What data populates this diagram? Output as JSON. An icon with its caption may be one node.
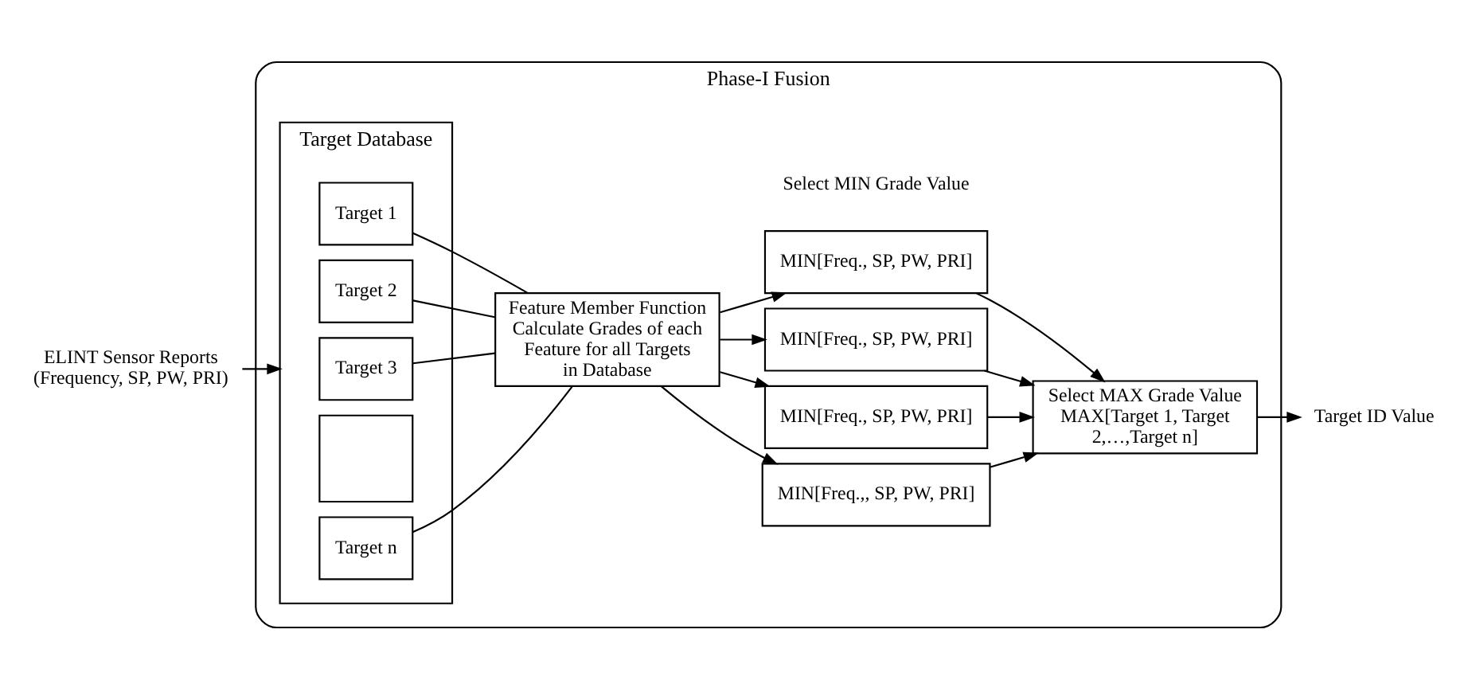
{
  "diagram": {
    "nodes": [
      {
        "text": [
          "Phase-I Fusion"
        ]
      },
      {
        "text": [
          "ELINT Sensor Reports (Frequency, SP, PW, PRI)"
        ]
      },
      {
        "text": [
          "Target Database"
        ],
        "in": 0
      },
      {
        "text": [
          "Target 1"
        ],
        "in": 2
      },
      {
        "text": [
          "Target 2"
        ],
        "in": 2
      },
      {
        "text": [
          "Target 3"
        ],
        "in": 2
      },
      {
        "text": [],
        "shape": "box",
        "in": 2
      },
      {
        "text": [
          "Target n"
        ],
        "in": 2
      },
      {
        "text": [
          "Feature Member Function",
          "Calculate Grades of each Feature for all Targets in Database"
        ],
        "in": 0
      },
      {
        "text": [
          "MIN[Freq., SP, PW, PRI]"
        ],
        "in": 0
      },
      {
        "text": [
          "MIN[Freq., SP, PW, PRI]"
        ],
        "in": 0
      },
      {
        "text": [
          "MIN[Freq., SP, PW, PRI]"
        ],
        "in": 0
      },
      {
        "text": [
          "MIN[Freq.,, SP, PW, PRI]"
        ],
        "in": 0
      },
      {
        "text": [
          "Select MAX Grade Value",
          "MAX[Target 1, Target 2,…,Target n]"
        ],
        "in": 0
      },
      {
        "text": [
          "Target ID Value"
        ]
      }
    ],
    "edges": [
      {
        "from": 1,
        "to": 2,
        "arrow": "to"
      },
      {
        "from": 3,
        "to": 8,
        "arrow": "none"
      },
      {
        "from": 4,
        "to": 8,
        "arrow": "none"
      },
      {
        "from": 5,
        "to": 8,
        "arrow": "none"
      },
      {
        "from": 7,
        "to": 8,
        "arrow": "none"
      },
      {
        "from": 8,
        "to": 9,
        "arrow": "to"
      },
      {
        "from": 8,
        "to": 10,
        "arrow": "to"
      },
      {
        "from": 8,
        "to": 11,
        "arrow": "to"
      },
      {
        "from": 8,
        "to": 12,
        "arrow": "to"
      },
      {
        "from": 9,
        "to": 13,
        "arrow": "to"
      },
      {
        "from": 10,
        "to": 13,
        "arrow": "to"
      },
      {
        "from": 11,
        "to": 13,
        "arrow": "to"
      },
      {
        "from": 12,
        "to": 13,
        "arrow": "to"
      },
      {
        "from": 13,
        "to": 14,
        "arrow": "to"
      }
    ],
    "labels": [
      "Select MIN Grade Value"
    ]
  }
}
